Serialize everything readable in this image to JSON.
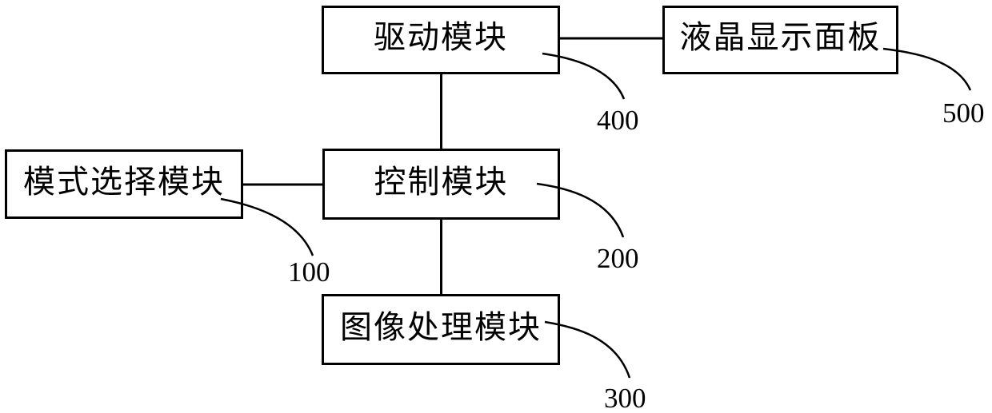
{
  "figure": {
    "background_color": "#ffffff",
    "line_color": "#000000"
  },
  "boxes": {
    "drive_module": {
      "label": "驱动模块",
      "ref": "400"
    },
    "lcd_panel": {
      "label": "液晶显示面板",
      "ref": "500"
    },
    "mode_select": {
      "label": "模式选择模块",
      "ref": "100"
    },
    "control_module": {
      "label": "控制模块",
      "ref": "200"
    },
    "image_processing": {
      "label": "图像处理模块",
      "ref": "300"
    }
  },
  "connections": [
    "drive_module - lcd_panel",
    "drive_module - control_module",
    "mode_select - control_module",
    "control_module - image_processing"
  ]
}
